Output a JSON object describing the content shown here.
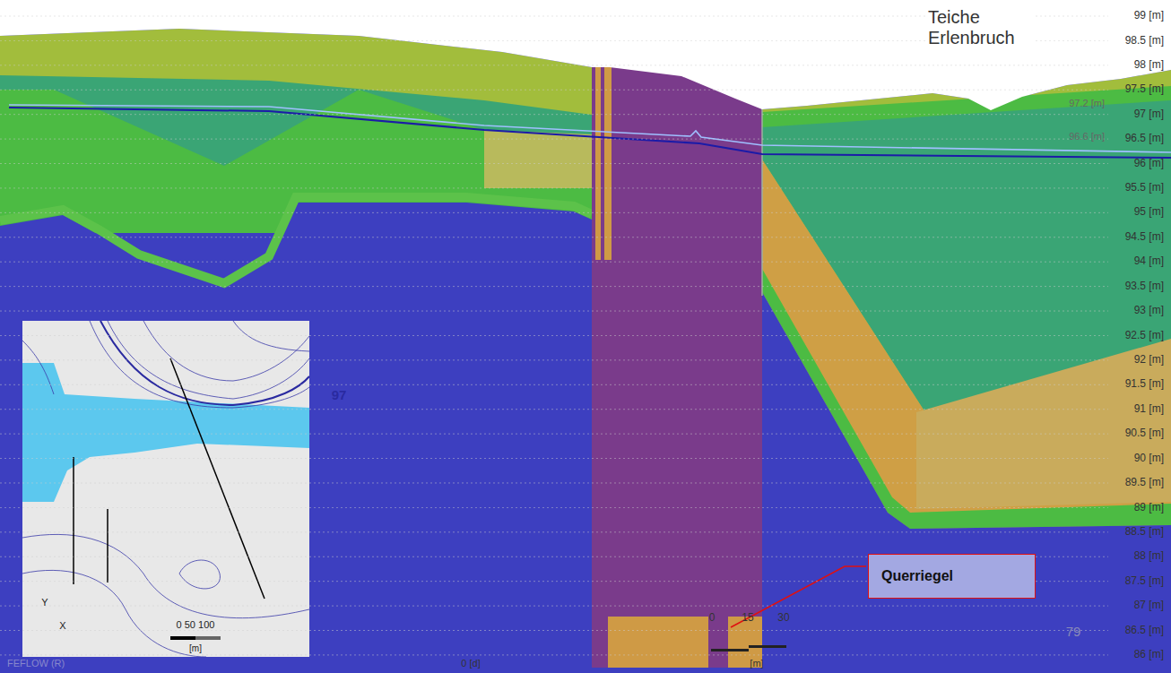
{
  "diagram": {
    "nodes": [
      {
        "text": [
          "Querriegel"
        ]
      }
    ],
    "labels": [
      "Teiche Erlenbruch",
      "99 [m]",
      "98.5 [m]",
      "98 [m]",
      "97.5 [m]",
      "97 [m]",
      "96.5 [m]",
      "96 [m]",
      "95.5 [m]",
      "95 [m]",
      "94.5 [m]",
      "94 [m]",
      "93.5 [m]",
      "93 [m]",
      "92.5 [m]",
      "92 [m]",
      "91.5 [m]",
      "91 [m]",
      "90.5 [m]",
      "90 [m]",
      "89.5 [m]",
      "89 [m]",
      "88.5 [m]",
      "88 [m]",
      "87.5 [m]",
      "87 [m]",
      "86.5 [m]",
      "86 [m]",
      "97.2 [m]",
      "96.6 [m]",
      "0",
      "15",
      "30",
      "[m]",
      "0 [d]",
      "FEFLOW (R)",
      "79",
      "97",
      "0 50 100",
      "[m]",
      "Y",
      "X"
    ]
  }
}
